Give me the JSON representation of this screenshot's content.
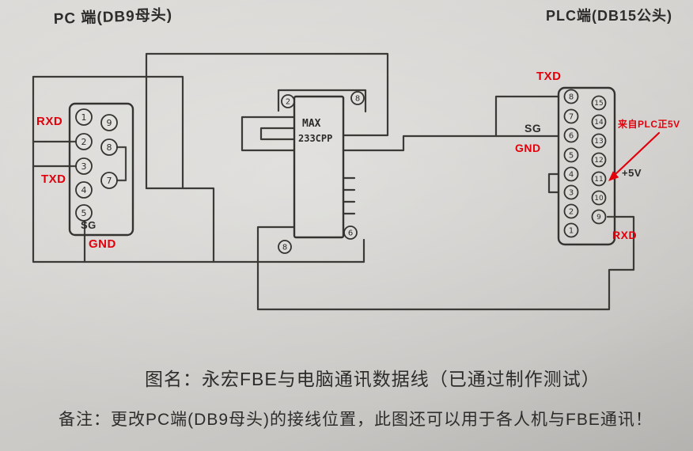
{
  "titles": {
    "pc": "PC 端(DB9母头)",
    "plc": "PLC端(DB15公头)"
  },
  "db9": {
    "description": "PC side DB9 female connector",
    "left_pins": [
      "1",
      "2",
      "3",
      "4",
      "5"
    ],
    "right_pins": [
      "9",
      "8",
      "7"
    ],
    "labels": {
      "rxd": "RXD",
      "txd": "TXD",
      "sg": "SG",
      "gnd": "GND"
    }
  },
  "db15": {
    "description": "PLC side DB15 male connector",
    "left_pins": [
      "8",
      "7",
      "6",
      "5",
      "4",
      "3",
      "2",
      "1"
    ],
    "right_pins": [
      "15",
      "14",
      "13",
      "12",
      "11",
      "10",
      "9"
    ],
    "labels": {
      "txd": "TXD",
      "sg": "SG",
      "gnd": "GND",
      "from_plc": "来自PLC正5V",
      "plus5v": "+5V",
      "rxd": "RXD"
    }
  },
  "chip": {
    "line1": "MAX",
    "line2": "233CPP",
    "corner_labels": {
      "top_left": "2",
      "top_right": "8",
      "bottom_left": "8",
      "bottom_right": "6"
    }
  },
  "caption": {
    "line1": "图名：永宏FBE与电脑通讯数据线（已通过制作测试）",
    "line2": "备注：更改PC端(DB9母头)的接线位置，此图还可以用于各人机与FBE通讯！"
  },
  "colors": {
    "ink": "#3b3a37",
    "red": "#e2000b",
    "paper": "#d4d2cf"
  }
}
